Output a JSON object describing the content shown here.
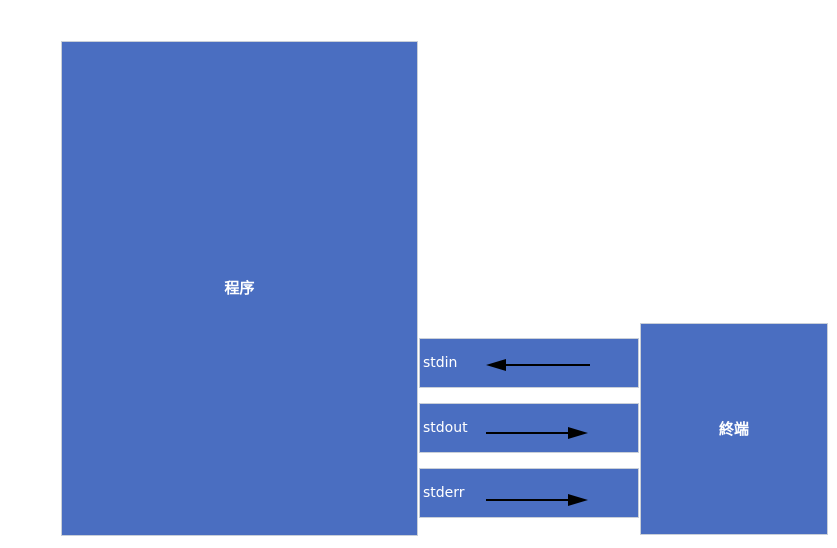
{
  "colors": {
    "box_fill": "#4a6ec1",
    "text": "#ffffff",
    "arrow": "#000000"
  },
  "program": {
    "label": "程序"
  },
  "terminal": {
    "label": "終端"
  },
  "streams": [
    {
      "label": "stdin",
      "direction": "left"
    },
    {
      "label": "stdout",
      "direction": "right"
    },
    {
      "label": "stderr",
      "direction": "right"
    }
  ]
}
